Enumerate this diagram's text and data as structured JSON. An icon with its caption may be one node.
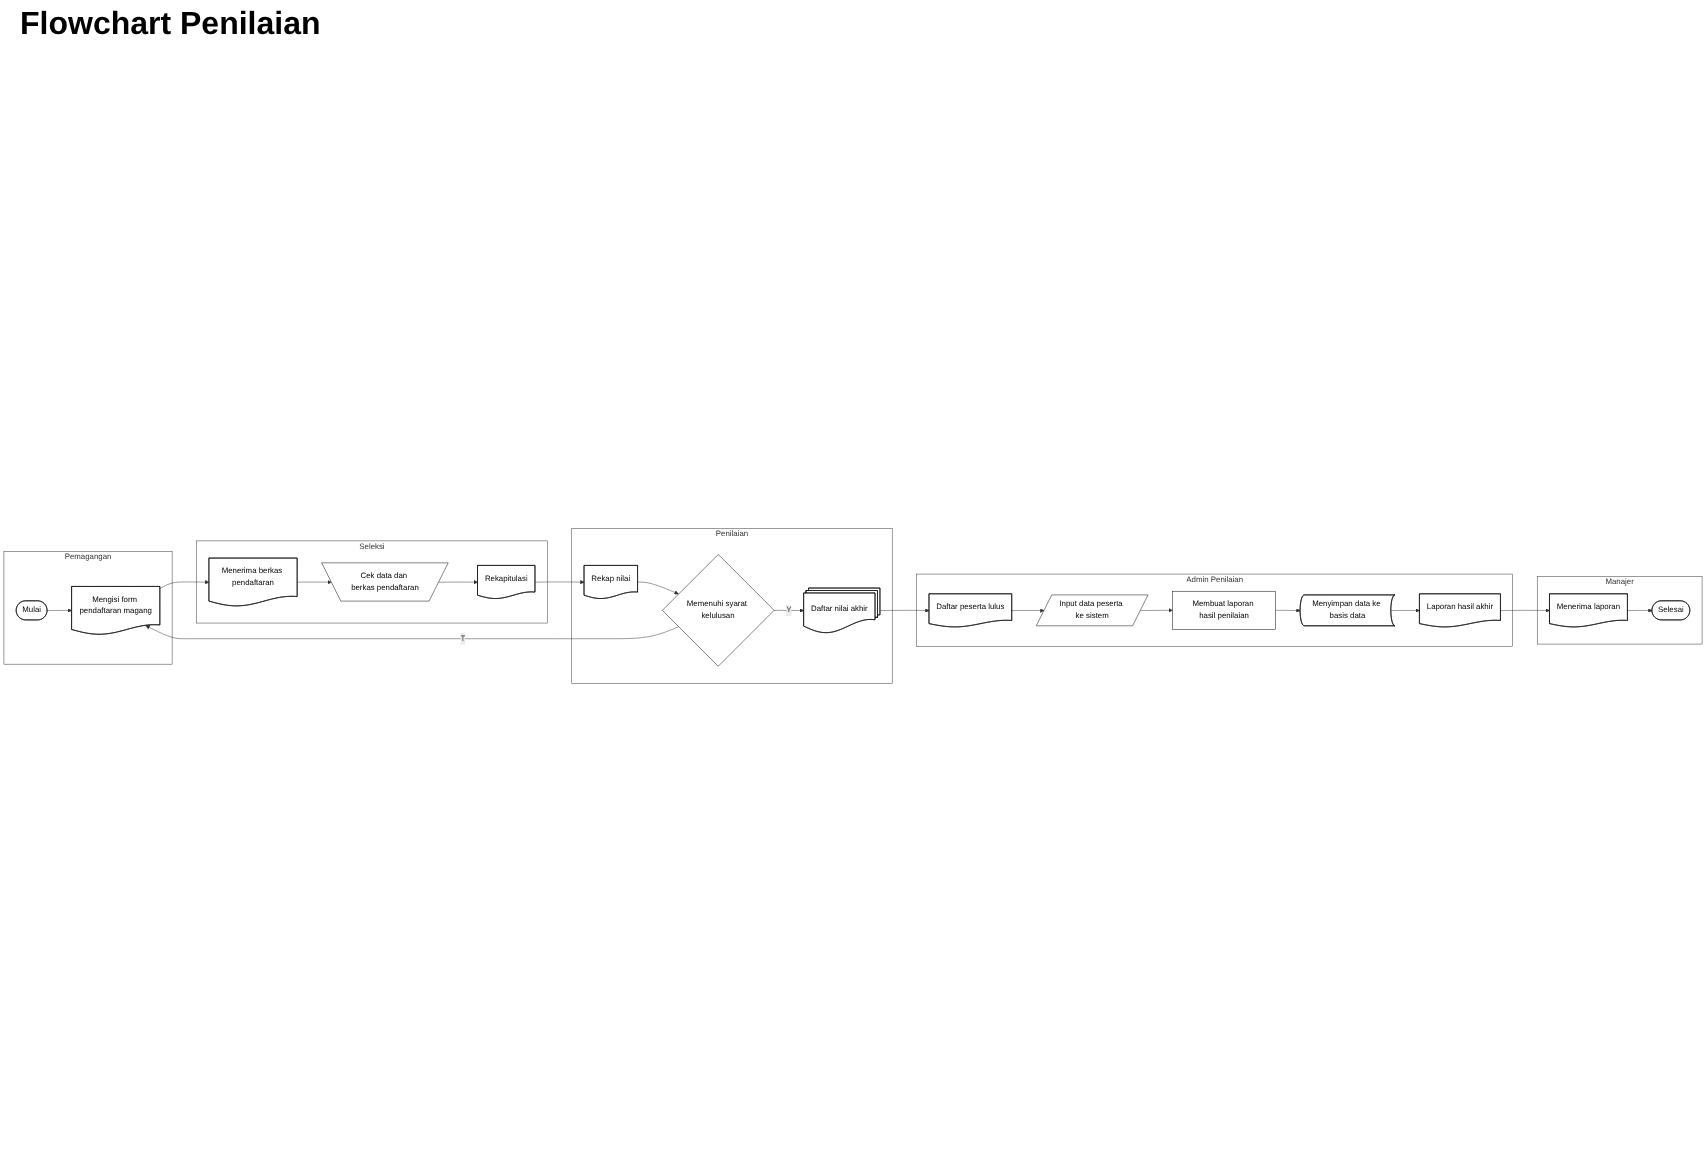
{
  "diagram": {
    "title": "Flowchart Penilaian",
    "nodes": [
      {
        "text": [
          "Pemagangan"
        ]
      },
      {
        "text": [
          "Mulai"
        ],
        "in": 0
      },
      {
        "text": [
          "Mengisi form pendaftaran magang"
        ],
        "in": 0
      },
      {
        "text": [
          "Seleksi"
        ]
      },
      {
        "text": [
          "Menerima berkas pendaftaran"
        ],
        "in": 3
      },
      {
        "text": [
          "Cek data dan berkas pendaftaran"
        ],
        "in": 3
      },
      {
        "text": [
          "Rekapitulasi"
        ],
        "in": 3
      },
      {
        "text": [
          "Penilaian"
        ]
      },
      {
        "text": [
          "Rekap nilai"
        ],
        "in": 7
      },
      {
        "text": [
          "Memenuhi syarat kelulusan"
        ],
        "in": 7
      },
      {
        "text": [
          "Daftar nilai akhir"
        ],
        "in": 7
      },
      {
        "text": [
          "Admin Penilaian"
        ]
      },
      {
        "text": [
          "Daftar peserta lulus"
        ],
        "in": 11
      },
      {
        "text": [
          "Input data peserta ke sistem"
        ],
        "in": 11
      },
      {
        "text": [
          "Membuat laporan hasil penilaian"
        ],
        "in": 11
      },
      {
        "text": [
          "Menyimpan data ke basis data"
        ],
        "in": 11
      },
      {
        "text": [
          "Laporan hasil akhir"
        ],
        "in": 11
      },
      {
        "text": [
          "Manajer"
        ]
      },
      {
        "text": [
          "Menerima laporan"
        ],
        "in": 17
      },
      {
        "text": [
          "Selesai"
        ],
        "in": 17
      }
    ],
    "edges": [
      {
        "from": 1,
        "to": 2,
        "arrow": "to"
      },
      {
        "from": 2,
        "to": 4,
        "arrow": "to"
      },
      {
        "from": 4,
        "to": 5,
        "arrow": "to"
      },
      {
        "from": 5,
        "to": 6,
        "arrow": "to"
      },
      {
        "from": 6,
        "to": 8,
        "arrow": "to"
      },
      {
        "from": 8,
        "to": 9,
        "arrow": "to"
      },
      {
        "from": 9,
        "to": 10,
        "label": "Y",
        "arrow": "to"
      },
      {
        "from": 9,
        "to": 2,
        "label": "T",
        "arrow": "to"
      },
      {
        "from": 10,
        "to": 12,
        "arrow": "to"
      },
      {
        "from": 12,
        "to": 13,
        "arrow": "to"
      },
      {
        "from": 13,
        "to": 14,
        "arrow": "to"
      },
      {
        "from": 14,
        "to": 15,
        "arrow": "to"
      },
      {
        "from": 15,
        "to": 16,
        "arrow": "to"
      },
      {
        "from": 16,
        "to": 18,
        "arrow": "to"
      },
      {
        "from": 18,
        "to": 19,
        "arrow": "to"
      }
    ]
  }
}
